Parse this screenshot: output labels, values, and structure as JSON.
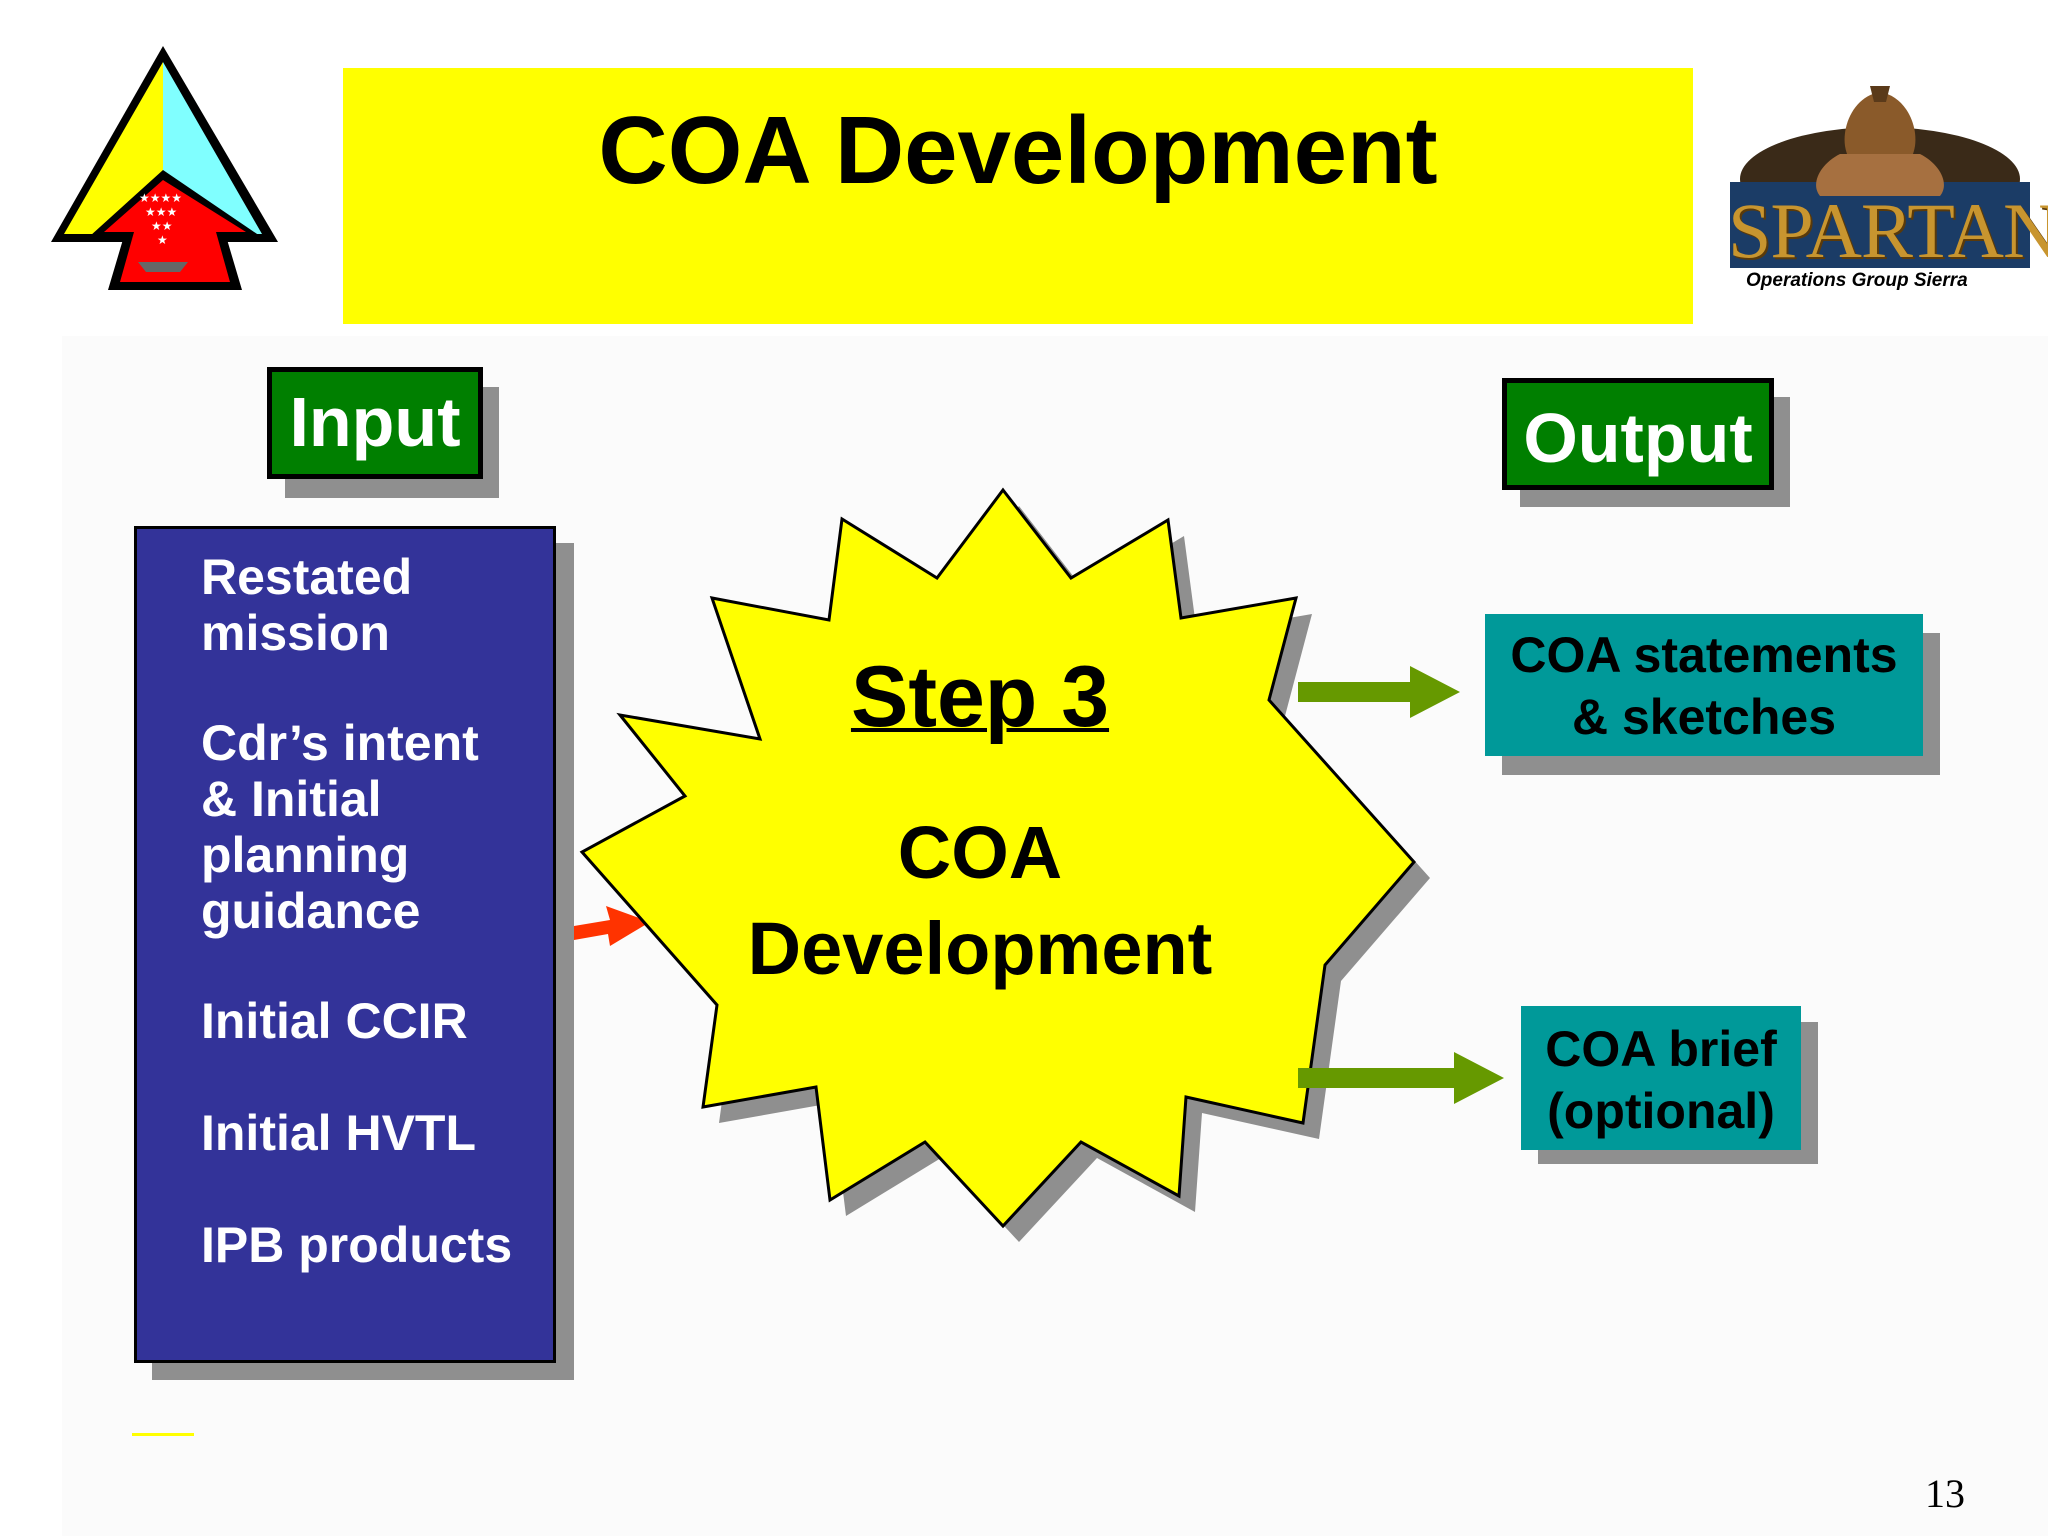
{
  "title": "COA Development",
  "labels": {
    "input": "Input",
    "output": "Output"
  },
  "inputs": [
    "Restated",
    "mission",
    "Cdr’s intent",
    "& Initial",
    "planning",
    "guidance",
    "Initial CCIR",
    "Initial HVTL",
    "IPB products"
  ],
  "center": {
    "step": "Step 3",
    "line1": "COA",
    "line2": "Development"
  },
  "outputs": {
    "statements": [
      "COA statements",
      "& sketches"
    ],
    "brief": [
      "COA brief",
      "(optional)"
    ]
  },
  "logo": {
    "wordmark": "SPARTAN",
    "subtitle": "Operations Group Sierra"
  },
  "page_number": "13",
  "colors": {
    "title_bg": "#ffff00",
    "label_bg": "#007f00",
    "input_bg": "#333399",
    "output_bg": "#009999",
    "star_fill": "#ffff00",
    "arrow_green": "#669900",
    "arrow_red": "#ff3300"
  }
}
